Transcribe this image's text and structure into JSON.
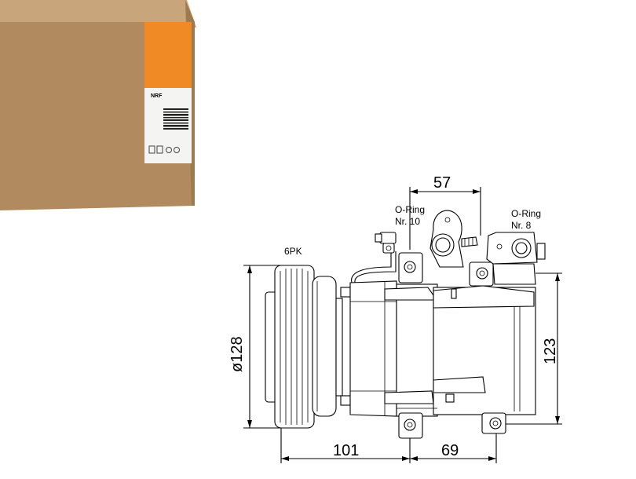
{
  "package": {
    "brand": "NRF",
    "icon": "box-icon"
  },
  "labels": {
    "belt": "6PK",
    "oring_left_line1": "O-Ring",
    "oring_left_line2": "Nr. 10",
    "oring_right_line1": "O-Ring",
    "oring_right_line2": "Nr. 8"
  },
  "dimensions": {
    "top_width": "57",
    "pulley_diameter": "ø128",
    "height": "123",
    "bottom_left": "101",
    "bottom_right": "69"
  },
  "colors": {
    "box": "#b08a5e",
    "box_top": "#c5a27a",
    "box_side": "#9c7a52",
    "label_orange": "#f08a24",
    "line": "#000000"
  }
}
